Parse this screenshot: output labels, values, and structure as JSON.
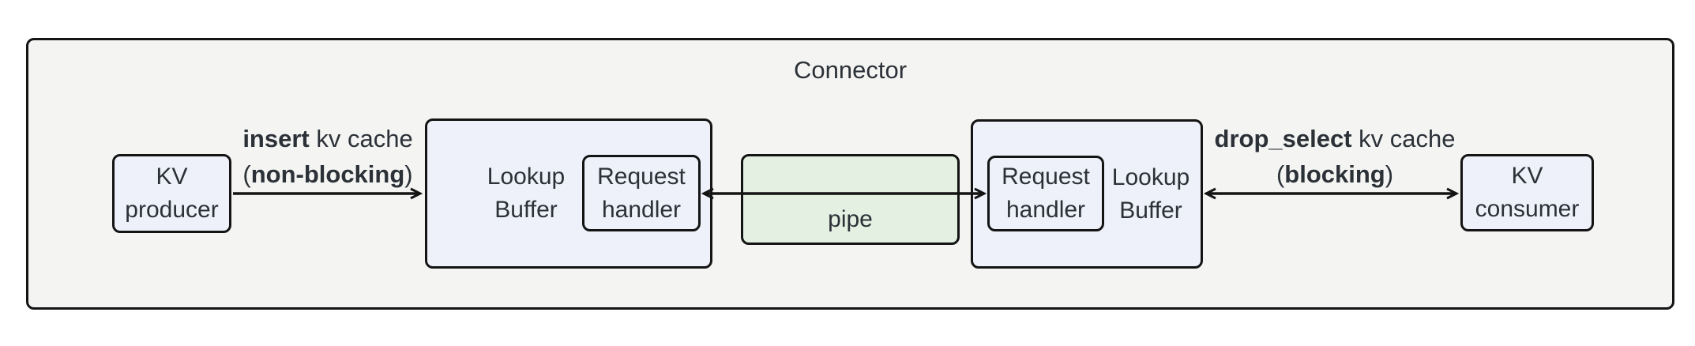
{
  "title": "Connector",
  "nodes": {
    "kv_producer": {
      "line1": "KV",
      "line2": "producer"
    },
    "lookup_buffer_left": {
      "line1": "Lookup",
      "line2": "Buffer"
    },
    "request_handler_left": {
      "line1": "Request",
      "line2": "handler"
    },
    "pipe": {
      "label": "pipe"
    },
    "request_handler_right": {
      "line1": "Request",
      "line2": "handler"
    },
    "lookup_buffer_right": {
      "line1": "Lookup",
      "line2": "Buffer"
    },
    "kv_consumer": {
      "line1": "KV",
      "line2": "consumer"
    }
  },
  "edges": {
    "insert": {
      "bold1": "insert",
      "rest1": " kv cache",
      "pre2": "(",
      "bold2": "non-blocking",
      "post2": ")",
      "direction": "right"
    },
    "pipe_link": {
      "direction": "both"
    },
    "drop_select": {
      "bold1": "drop_select",
      "rest1": " kv cache",
      "pre2": "(",
      "bold2": "blocking",
      "post2": ")",
      "direction": "both"
    }
  },
  "colors": {
    "container_fill": "#f4f4f3",
    "node_fill": "#eef1fa",
    "pipe_fill": "#e3f0e2",
    "border_color": "#141414",
    "text_color": "#2b3137"
  }
}
